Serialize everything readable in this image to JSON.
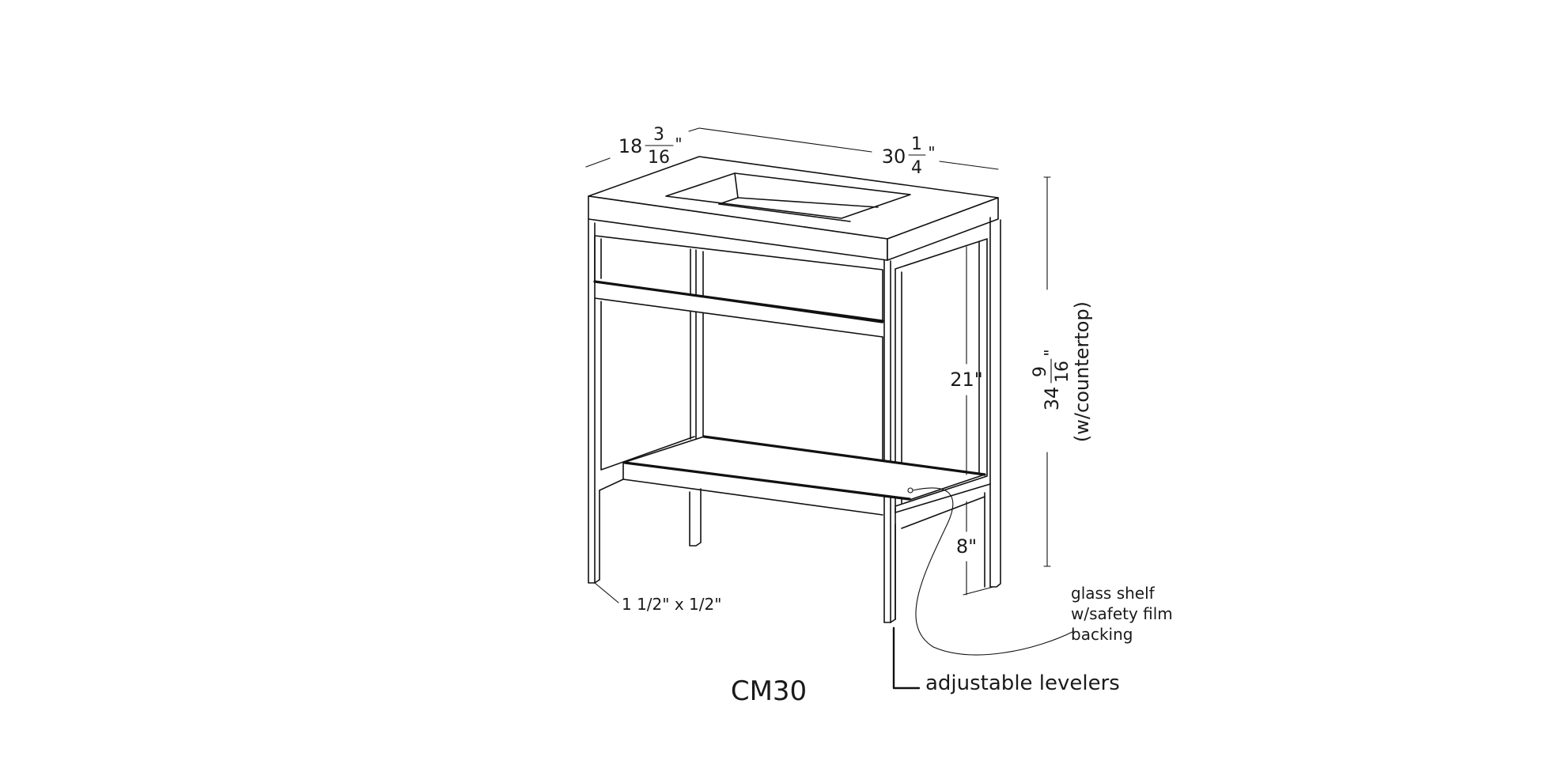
{
  "model": "CM30",
  "dimensions": {
    "depth": {
      "whole": "18",
      "numerator": "3",
      "denominator": "16",
      "unit": "\""
    },
    "width": {
      "whole": "30",
      "numerator": "1",
      "denominator": "4",
      "unit": "\""
    },
    "height": {
      "whole": "34",
      "numerator": "9",
      "denominator": "16",
      "unit": "\"",
      "note": "(w/countertop)"
    },
    "upper_opening": "21\"",
    "leg_clearance": "8\"",
    "frame_profile": "1 1/2\" x 1/2\""
  },
  "callouts": {
    "glass_shelf": [
      "glass shelf",
      "w/safety film",
      "backing"
    ],
    "levelers": "adjustable levelers"
  },
  "colors": {
    "line": "#111111",
    "background": "#ffffff"
  }
}
